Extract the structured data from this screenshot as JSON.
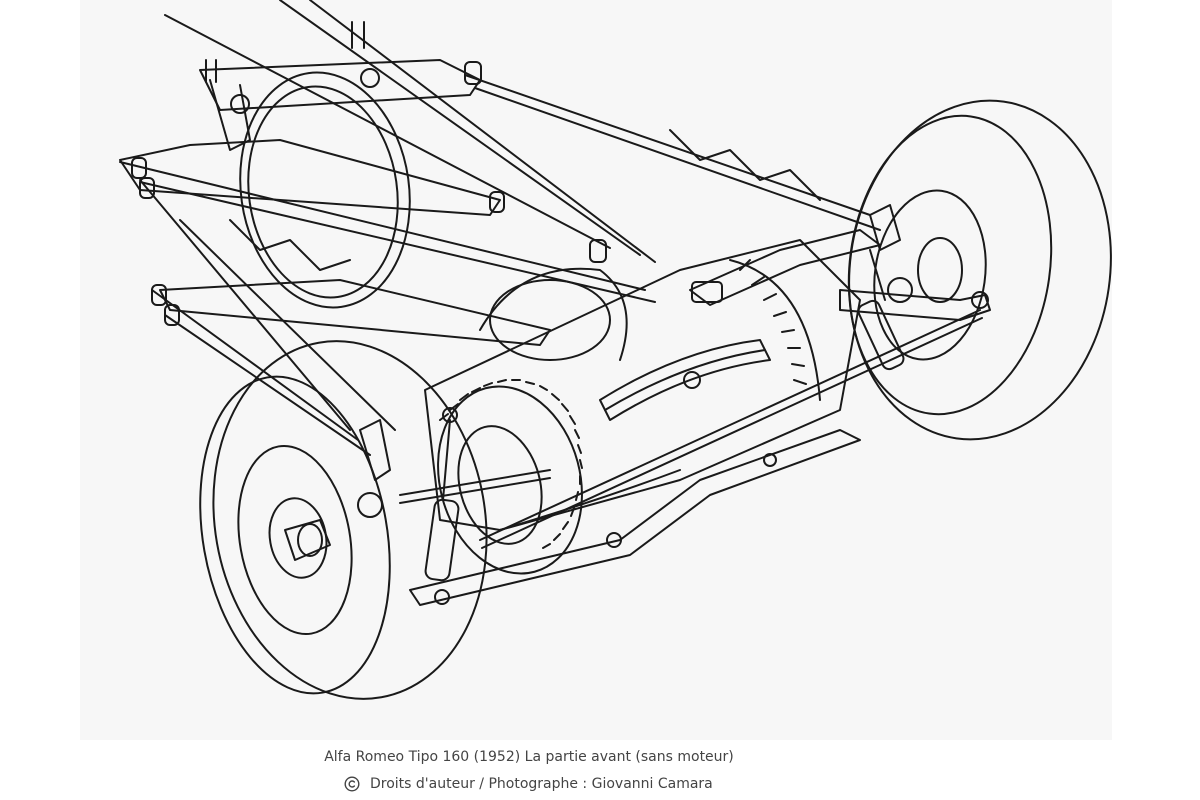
{
  "caption": {
    "title": "Alfa Romeo Tipo 160 (1952) La partie avant (sans moteur)",
    "credit": "Droits d'auteur / Photographe : Giovanni Camara",
    "copyright_icon": "copyright-icon"
  },
  "figure": {
    "alt": "Technical line drawing of a car chassis front section with two wheels, suspension arms, and gear housing"
  },
  "colors": {
    "ink": "#1a1a1a",
    "figure_background": "#f7f7f7",
    "caption_text": "#444444"
  }
}
